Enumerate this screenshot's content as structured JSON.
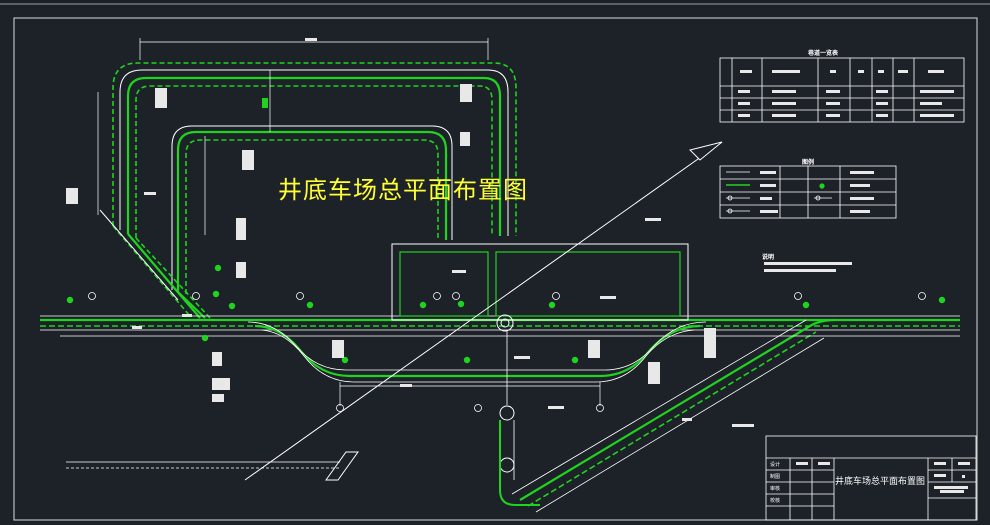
{
  "drawing": {
    "main_title": "井底车场总平面布置图",
    "title_block_name": "井底车场总平面布置图",
    "table_title": "巷道一览表",
    "legend_title": "图例",
    "note_title": "说明",
    "title_block_rows": [
      "设计",
      "制图",
      "审核",
      "校核"
    ],
    "colors": {
      "background": "#1d2229",
      "track": "#1fd31f",
      "line": "#ffffff",
      "title": "#ffff33"
    }
  }
}
